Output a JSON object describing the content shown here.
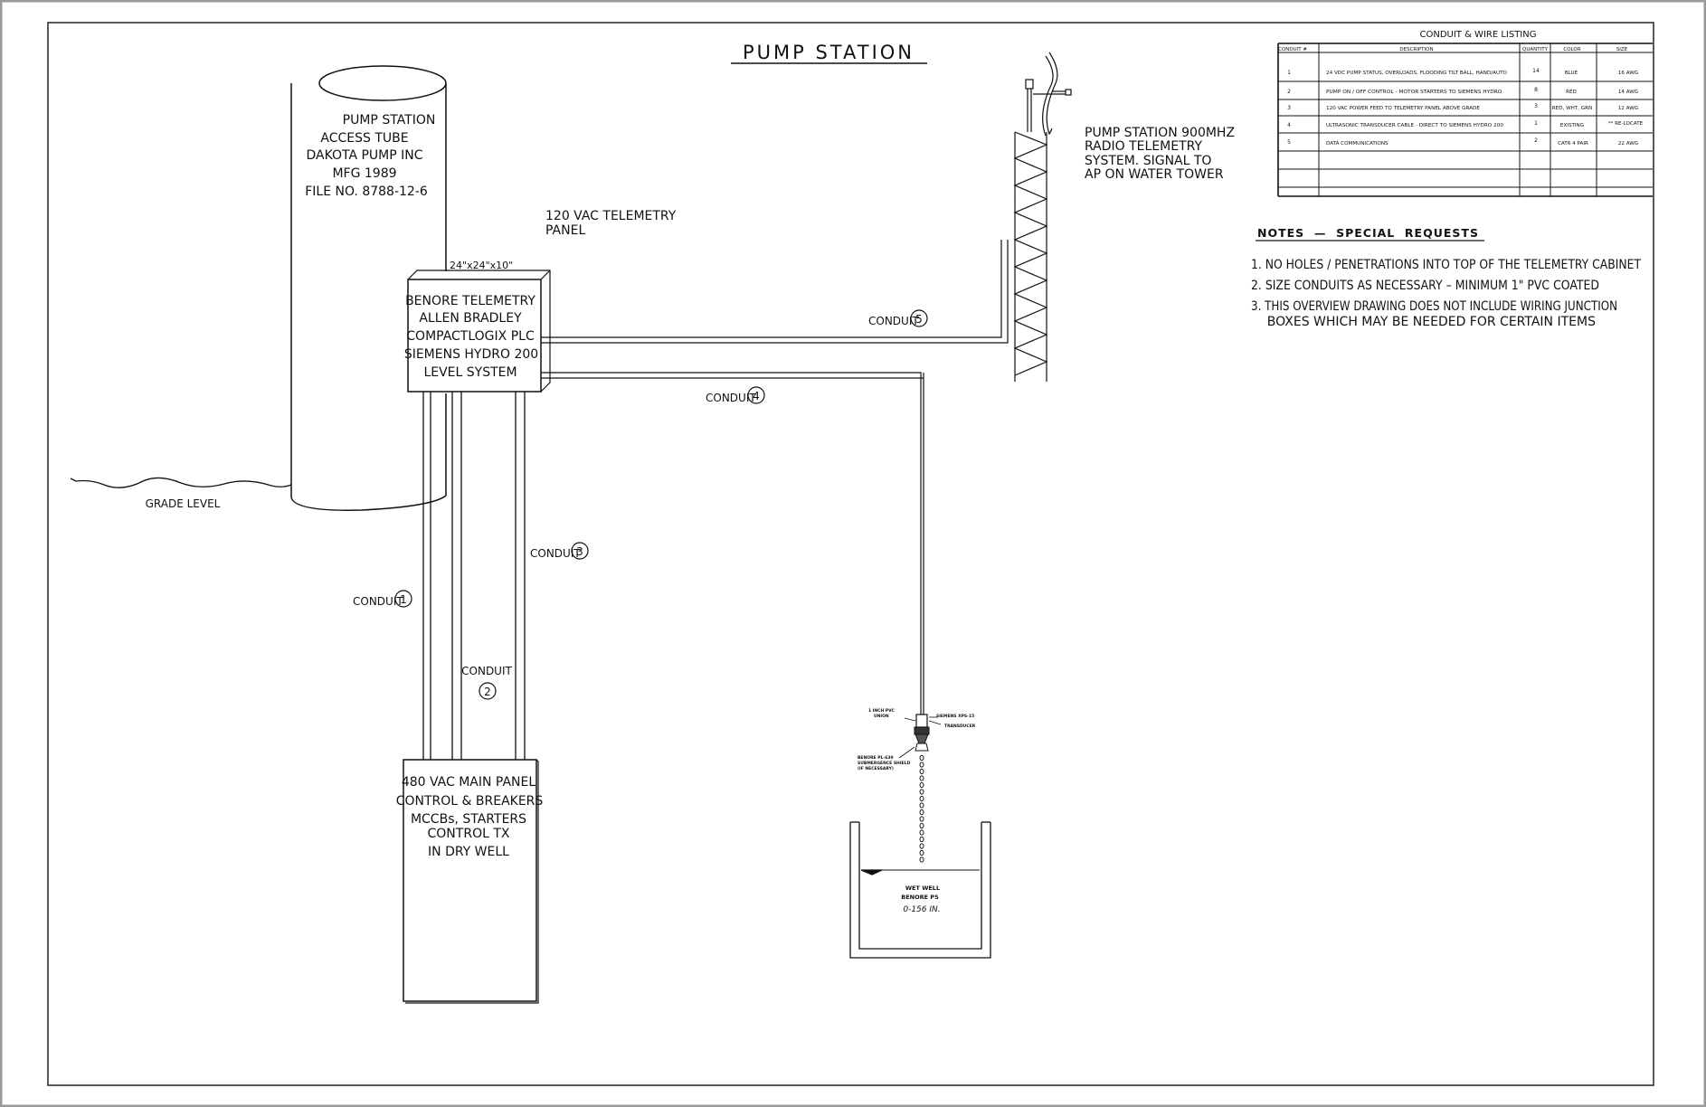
{
  "title": "PUMP STATION",
  "access_tube": {
    "lines": [
      "PUMP STATION",
      "ACCESS TUBE",
      "DAKOTA PUMP INC",
      "MFG 1989",
      "FILE NO. 8788-12-6"
    ]
  },
  "grade_level": "GRADE LEVEL",
  "telemetry_panel": {
    "caption": [
      "120 VAC TELEMETRY",
      "PANEL"
    ],
    "dimensions": "24\"x24\"x10\"",
    "lines": [
      "BENORE TELEMETRY",
      "ALLEN BRADLEY",
      "COMPACTLOGIX PLC",
      "SIEMENS HYDRO 200",
      "LEVEL SYSTEM"
    ]
  },
  "main_panel": {
    "lines": [
      "480 VAC MAIN PANEL",
      "CONTROL & BREAKERS",
      "MCCBs, STARTERS",
      "CONTROL TX",
      "IN DRY WELL"
    ]
  },
  "conduit_word": "CONDUIT",
  "conduit_numbers": [
    "1",
    "2",
    "3",
    "4",
    "5"
  ],
  "radio": {
    "lines": [
      "PUMP STATION 900MHZ",
      "RADIO TELEMETRY",
      "SYSTEM. SIGNAL TO",
      "AP ON WATER TOWER"
    ]
  },
  "transducer": {
    "union": [
      "1 INCH PVC",
      "UNION"
    ],
    "siemens": [
      "SIEMENS XPS-15",
      "TRANSDUCER"
    ],
    "shield": [
      "BENORE PL-639",
      "SUBMERGENCE SHIELD",
      "(IF NECESSARY)"
    ]
  },
  "wet_well": {
    "lines": [
      "WET WELL",
      "BENORE PS",
      "0-156 IN."
    ]
  },
  "table": {
    "title": "CONDUIT & WIRE LISTING",
    "headers": [
      "CONDUIT #",
      "DESCRIPTION",
      "QUANTITY",
      "COLOR",
      "SIZE"
    ],
    "rows": [
      [
        "1",
        "24 VDC PUMP STATUS, OVERLOADS, FLOODING TILT BALL, HAND/AUTO",
        "14",
        "BLUE",
        "16 AWG"
      ],
      [
        "2",
        "PUMP ON / OFF CONTROL - MOTOR STARTERS TO SIEMENS HYDRO.",
        "8",
        "RED",
        "14 AWG"
      ],
      [
        "3",
        "120 VAC POWER FEED TO TELEMETRY PANEL ABOVE GRADE",
        "3",
        "RED, WHT, GRN",
        "12 AWG"
      ],
      [
        "4",
        "ULTRASONIC TRANSDUCER CABLE - DIRECT TO SIEMENS HYDRO 200",
        "1",
        "EXISTING",
        "** RE-LOCATE"
      ],
      [
        "5",
        "DATA COMMUNICATIONS",
        "2",
        "CAT6 4 PAIR",
        "22 AWG"
      ]
    ]
  },
  "notes": {
    "heading": "NOTES  —  SPECIAL  REQUESTS",
    "items": [
      "1. NO HOLES / PENETRATIONS INTO TOP OF THE TELEMETRY CABINET",
      "2. SIZE CONDUITS AS NECESSARY – MINIMUM 1\" PVC COATED",
      "3. THIS OVERVIEW DRAWING DOES NOT INCLUDE WIRING JUNCTION",
      "    BOXES WHICH MAY BE NEEDED FOR CERTAIN ITEMS"
    ]
  }
}
